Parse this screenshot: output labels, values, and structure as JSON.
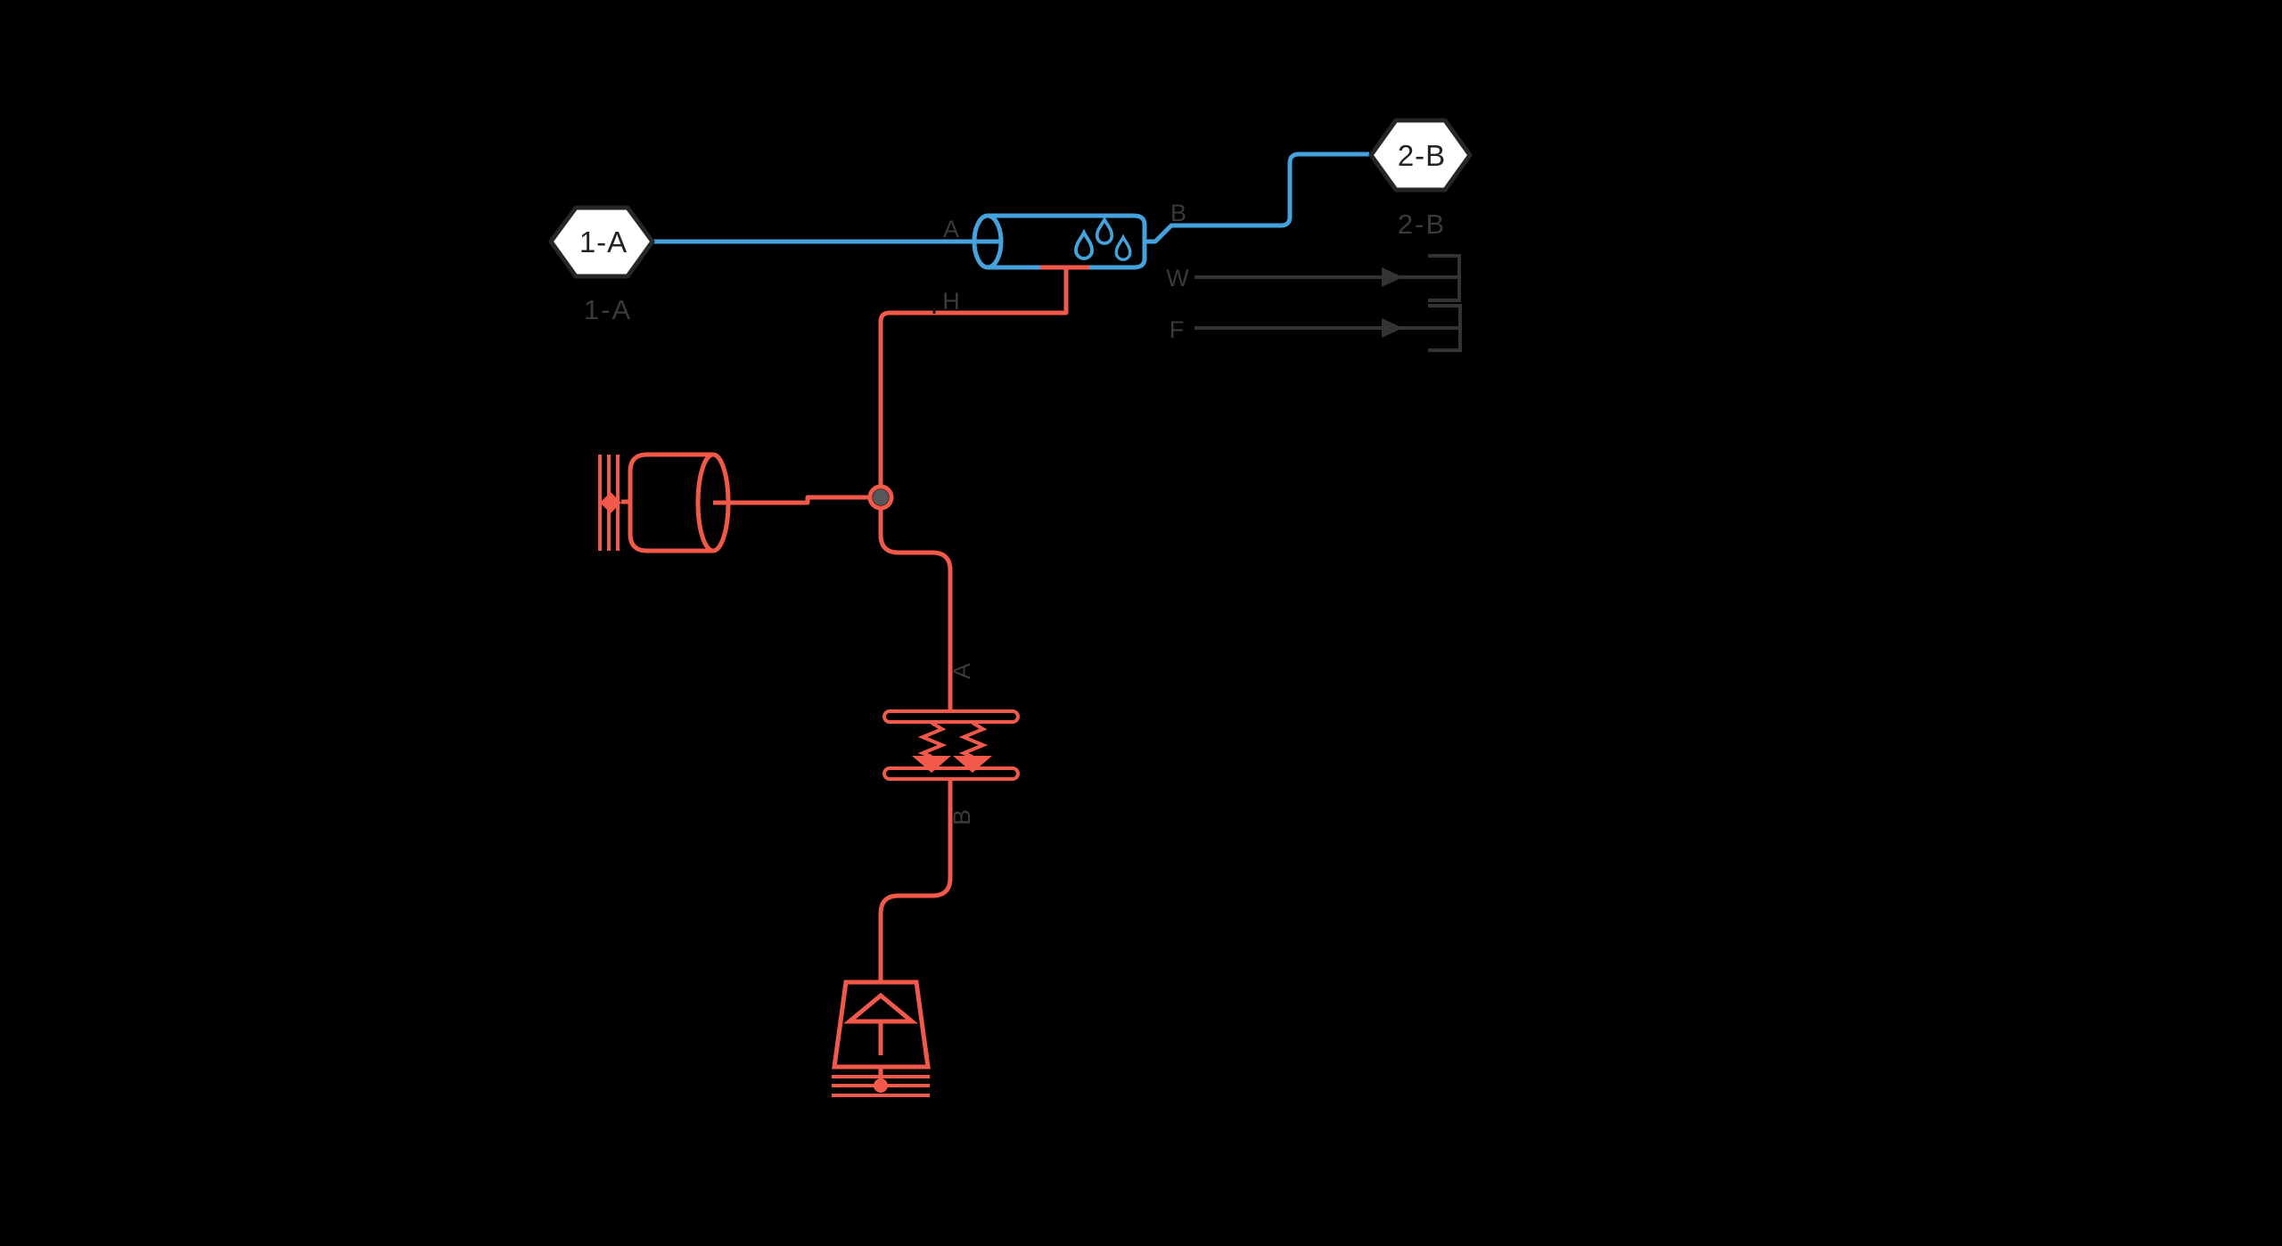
{
  "colors": {
    "background": "#000000",
    "stream_blue": "#45a2dd",
    "stream_red": "#f2594b",
    "ghost_line": "#333333",
    "ghost_text": "#3a3a3a",
    "tag_fill": "#ffffff",
    "tag_border": "#262626",
    "tag_text": "#242424",
    "junction_fill": "#58585a",
    "tick_dark": "#151515"
  },
  "tags": {
    "source": "1-A",
    "sink": "2-B"
  },
  "node_labels": {
    "source": "1-A",
    "sink": "2-B"
  },
  "ports": {
    "condenser_inlet": "A",
    "condenser_outlet": "B",
    "condenser_heat": "H",
    "work_stub": "W",
    "heat_stub": "F",
    "exchanger_inlet": "A",
    "exchanger_outlet": "B"
  }
}
